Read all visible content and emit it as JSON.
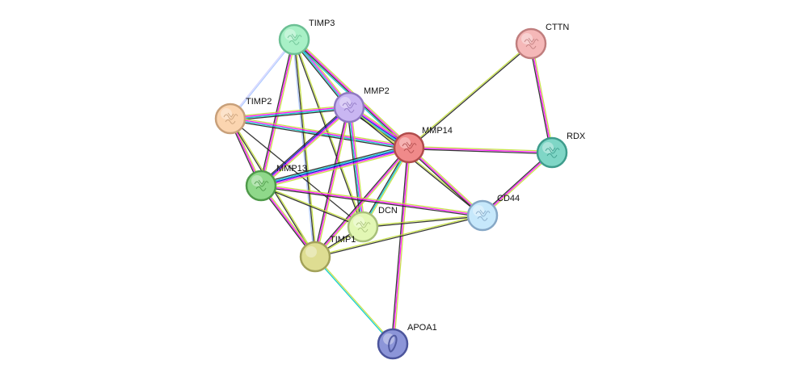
{
  "network": {
    "nodes": [
      {
        "id": "TIMP3",
        "label": "TIMP3",
        "color": "#a8f0c6",
        "stroke": "#6cc094"
      },
      {
        "id": "TIMP2",
        "label": "TIMP2",
        "color": "#fbd5b0",
        "stroke": "#c8a07a"
      },
      {
        "id": "MMP2",
        "label": "MMP2",
        "color": "#c9b6f2",
        "stroke": "#8f78c2"
      },
      {
        "id": "MMP14",
        "label": "MMP14",
        "color": "#f08a8a",
        "stroke": "#b04c4c"
      },
      {
        "id": "CTTN",
        "label": "CTTN",
        "color": "#f5b8b8",
        "stroke": "#c07e7e"
      },
      {
        "id": "RDX",
        "label": "RDX",
        "color": "#7fd6c6",
        "stroke": "#3e9c8c"
      },
      {
        "id": "MMP13",
        "label": "MMP13",
        "color": "#8fd88a",
        "stroke": "#4f9a4a"
      },
      {
        "id": "DCN",
        "label": "DCN",
        "color": "#e2f7b4",
        "stroke": "#a8c07a"
      },
      {
        "id": "CD44",
        "label": "CD44",
        "color": "#c6e8fb",
        "stroke": "#86a8c6"
      },
      {
        "id": "TIMP1",
        "label": "TIMP1",
        "color": "#dedd92",
        "stroke": "#a3a25a"
      },
      {
        "id": "APOA1",
        "label": "APOA1",
        "color": "#8c95d8",
        "stroke": "#4c559c"
      }
    ],
    "edges": [
      {
        "source": "TIMP3",
        "target": "TIMP2",
        "colors": [
          "#a8c4ff",
          "#d0d0ff"
        ]
      },
      {
        "source": "TIMP3",
        "target": "MMP2",
        "colors": [
          "#c3e03a",
          "#ff00ff",
          "#00c8c8",
          "#222222"
        ]
      },
      {
        "source": "TIMP3",
        "target": "MMP14",
        "colors": [
          "#c3e03a",
          "#ff00ff",
          "#222222",
          "#00c8c8"
        ]
      },
      {
        "source": "TIMP3",
        "target": "MMP13",
        "colors": [
          "#c3e03a",
          "#ff00ff",
          "#222222"
        ]
      },
      {
        "source": "TIMP3",
        "target": "DCN",
        "colors": [
          "#c3e03a",
          "#222222"
        ]
      },
      {
        "source": "TIMP3",
        "target": "TIMP1",
        "colors": [
          "#c3e03a",
          "#222222",
          "#a8c4ff"
        ]
      },
      {
        "source": "TIMP2",
        "target": "MMP2",
        "colors": [
          "#c3e03a",
          "#ff00ff",
          "#00c8c8",
          "#222222"
        ]
      },
      {
        "source": "TIMP2",
        "target": "MMP14",
        "colors": [
          "#c3e03a",
          "#ff00ff",
          "#00c8c8",
          "#222222"
        ]
      },
      {
        "source": "TIMP2",
        "target": "MMP13",
        "colors": [
          "#c3e03a",
          "#ff00ff",
          "#222222"
        ]
      },
      {
        "source": "TIMP2",
        "target": "TIMP1",
        "colors": [
          "#c3e03a",
          "#222222"
        ]
      },
      {
        "source": "TIMP2",
        "target": "DCN",
        "colors": [
          "#222222"
        ]
      },
      {
        "source": "MMP2",
        "target": "MMP14",
        "colors": [
          "#c3e03a",
          "#ff00ff",
          "#0000cc",
          "#00c8c8",
          "#222222"
        ]
      },
      {
        "source": "MMP2",
        "target": "MMP13",
        "colors": [
          "#c3e03a",
          "#ff00ff",
          "#0000cc",
          "#222222"
        ]
      },
      {
        "source": "MMP2",
        "target": "DCN",
        "colors": [
          "#c3e03a",
          "#ff00ff",
          "#00c8c8",
          "#222222"
        ]
      },
      {
        "source": "MMP2",
        "target": "TIMP1",
        "colors": [
          "#c3e03a",
          "#ff00ff",
          "#222222"
        ]
      },
      {
        "source": "MMP2",
        "target": "CD44",
        "colors": [
          "#c3e03a",
          "#222222"
        ]
      },
      {
        "source": "MMP14",
        "target": "CTTN",
        "colors": [
          "#c3e03a",
          "#222222"
        ]
      },
      {
        "source": "MMP14",
        "target": "RDX",
        "colors": [
          "#c3e03a",
          "#ff00ff",
          "#222222"
        ]
      },
      {
        "source": "MMP14",
        "target": "CD44",
        "colors": [
          "#c3e03a",
          "#ff00ff",
          "#222222"
        ]
      },
      {
        "source": "MMP14",
        "target": "MMP13",
        "colors": [
          "#c3e03a",
          "#ff00ff",
          "#0000cc",
          "#00c8c8",
          "#222222"
        ]
      },
      {
        "source": "MMP14",
        "target": "DCN",
        "colors": [
          "#c3e03a",
          "#00c8c8",
          "#222222"
        ]
      },
      {
        "source": "MMP14",
        "target": "TIMP1",
        "colors": [
          "#c3e03a",
          "#ff00ff",
          "#222222"
        ]
      },
      {
        "source": "MMP14",
        "target": "APOA1",
        "colors": [
          "#c3e03a",
          "#ff00ff",
          "#222222"
        ]
      },
      {
        "source": "CTTN",
        "target": "RDX",
        "colors": [
          "#c3e03a",
          "#ff00ff",
          "#222222"
        ]
      },
      {
        "source": "RDX",
        "target": "CD44",
        "colors": [
          "#c3e03a",
          "#ff00ff",
          "#222222"
        ]
      },
      {
        "source": "MMP13",
        "target": "DCN",
        "colors": [
          "#c3e03a",
          "#222222"
        ]
      },
      {
        "source": "MMP13",
        "target": "TIMP1",
        "colors": [
          "#c3e03a",
          "#ff00ff",
          "#222222"
        ]
      },
      {
        "source": "MMP13",
        "target": "CD44",
        "colors": [
          "#c3e03a",
          "#ff00ff",
          "#222222"
        ]
      },
      {
        "source": "DCN",
        "target": "TIMP1",
        "colors": [
          "#c3e03a",
          "#222222"
        ]
      },
      {
        "source": "DCN",
        "target": "CD44",
        "colors": [
          "#c3e03a",
          "#222222"
        ]
      },
      {
        "source": "TIMP1",
        "target": "CD44",
        "colors": [
          "#c3e03a",
          "#222222"
        ]
      },
      {
        "source": "TIMP1",
        "target": "APOA1",
        "colors": [
          "#c3e03a",
          "#00c8c8"
        ]
      }
    ]
  }
}
